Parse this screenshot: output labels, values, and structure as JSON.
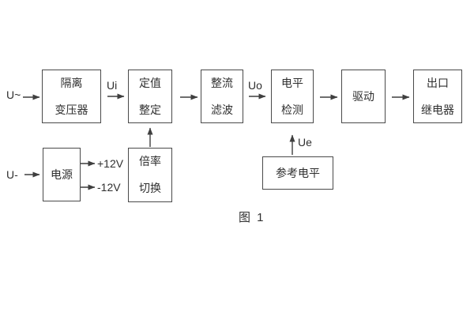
{
  "figure": {
    "caption": "图 1",
    "inputs": {
      "ac": "U~",
      "dc": "U-"
    },
    "signal_labels": {
      "ui": "Ui",
      "uo": "Uo",
      "ue": "Ue",
      "rail_pos": "+12V",
      "rail_neg": "-12V"
    },
    "blocks": {
      "isolation_transformer": {
        "line1": "隔离",
        "line2": "变压器"
      },
      "setpoint_adjust": {
        "line1": "定值",
        "line2": "整定"
      },
      "rectify_filter": {
        "line1": "整流",
        "line2": "滤波"
      },
      "level_detect": {
        "line1": "电平",
        "line2": "检测"
      },
      "drive": {
        "line1": "驱动"
      },
      "output_relay": {
        "line1": "出口",
        "line2": "继电器"
      },
      "power": {
        "line1": "电源"
      },
      "ratio_switch": {
        "line1": "倍率",
        "line2": "切换"
      },
      "reference_level": {
        "line1": "参考电平"
      }
    },
    "colors": {
      "line": "#3f3f3f",
      "text": "#2f2f2f",
      "background": "#ffffff"
    }
  }
}
